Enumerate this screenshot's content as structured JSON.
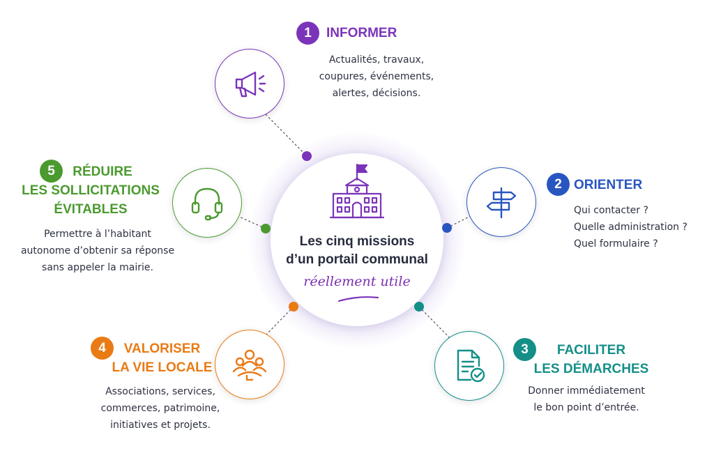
{
  "center": {
    "title_lines": [
      "Les cinq missions",
      "d’un portail communal"
    ],
    "subtitle": "réellement utile",
    "icon": "town-hall-icon"
  },
  "missions": [
    {
      "number": "1",
      "title_lines": [
        "INFORMER"
      ],
      "desc_lines": [
        "Actualités, travaux,",
        "coupures, événements,",
        "alertes, décisions."
      ],
      "color": "#7b34b9",
      "icon": "megaphone-icon"
    },
    {
      "number": "2",
      "title_lines": [
        "ORIENTER"
      ],
      "desc_lines": [
        "Qui contacter ?",
        "Quelle administration ?",
        "Quel formulaire ?"
      ],
      "color": "#2856c0",
      "icon": "signpost-icon"
    },
    {
      "number": "3",
      "title_lines": [
        "FACILITER",
        "LES DÉMARCHES"
      ],
      "desc_lines": [
        "Donner immédiatement",
        "le bon point d’entrée."
      ],
      "color": "#138f88",
      "icon": "document-check-icon"
    },
    {
      "number": "4",
      "title_lines": [
        "VALORISER",
        "LA VIE LOCALE"
      ],
      "desc_lines": [
        "Associations, services,",
        "commerces, patrimoine,",
        "initiatives et projets."
      ],
      "color": "#ea7a14",
      "icon": "community-icon"
    },
    {
      "number": "5",
      "title_lines": [
        "RÉDUIRE",
        "LES SOLLICITATIONS",
        "ÉVITABLES"
      ],
      "desc_lines": [
        "Permettre à l’habitant",
        "autonome d’obtenir sa réponse",
        "sans appeler la mairie."
      ],
      "color": "#4b9a2f",
      "icon": "headset-icon"
    }
  ]
}
